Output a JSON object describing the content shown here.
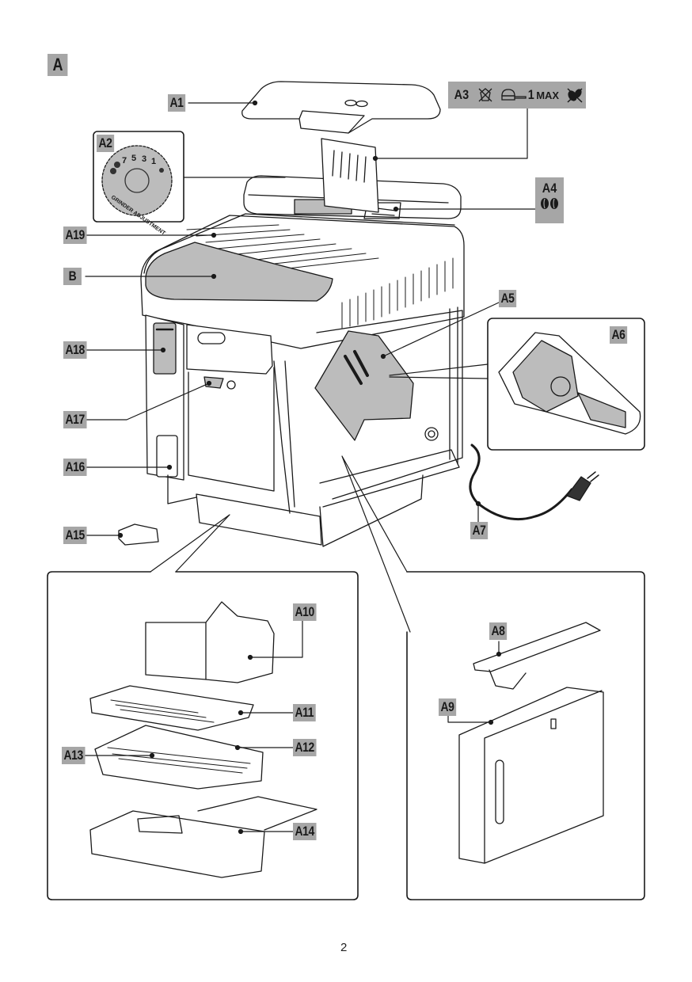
{
  "figure": {
    "section_label": "A",
    "page_number": "2",
    "callouts": {
      "A1": "A1",
      "A2": "A2",
      "A3": "A3",
      "A4": "A4",
      "A5": "A5",
      "A6": "A6",
      "A7": "A7",
      "A8": "A8",
      "A9": "A9",
      "A10": "A10",
      "A11": "A11",
      "A12": "A12",
      "A13": "A13",
      "A14": "A14",
      "A15": "A15",
      "A16": "A16",
      "A17": "A17",
      "A18": "A18",
      "A19": "A19",
      "B": "B"
    },
    "a3_icons": {
      "no_ground_coffee": "no-ground-coffee-icon",
      "measure_text": "1",
      "max_text": "MAX",
      "no_beans": "no-beans-icon"
    },
    "a4_icon": "coffee-beans-icon",
    "grinder_dial": {
      "numbers": [
        "7",
        "5",
        "3",
        "1"
      ],
      "text": "GRINDER ADJUSTMENT"
    }
  },
  "colors": {
    "label_bg": "#a6a6a6",
    "panel_fill": "#bcbcbc",
    "line": "#1a1a1a"
  }
}
